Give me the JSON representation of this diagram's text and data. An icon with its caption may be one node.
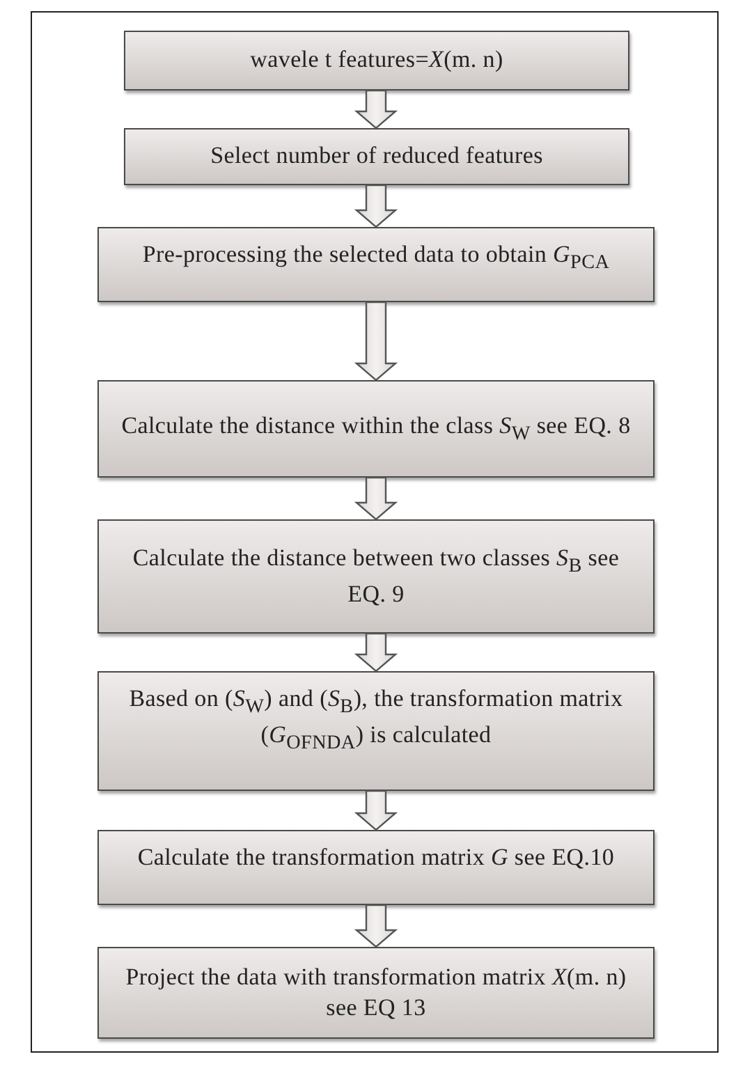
{
  "diagram": {
    "nodes": [
      {
        "text": [
          "wavele t features=*X*(m. n)"
        ]
      },
      {
        "text": [
          "Select number of reduced features"
        ]
      },
      {
        "text": [
          "Pre-processing the selected data to obtain *G*$_{PCA}$"
        ]
      },
      {
        "text": [
          "Calculate the distance within the class *S*$_{W}$ see EQ. 8"
        ]
      },
      {
        "text": [
          "Calculate the distance between two classes *S*$_{B}$ see EQ. 9"
        ]
      },
      {
        "text": [
          "Based on (*S*$_{W}$) and (*S*$_{B}$), the transformation matrix (*G*$_{OFNDA}$) is calculated"
        ]
      },
      {
        "text": [
          "Calculate the transformation matrix *G* see EQ.10"
        ]
      },
      {
        "text": [
          "Project the data with transformation matrix *X*(m. n) see EQ 13"
        ]
      }
    ],
    "edges": [
      {
        "from": 0,
        "to": 1,
        "arrow": "to"
      },
      {
        "from": 1,
        "to": 2,
        "arrow": "to"
      },
      {
        "from": 2,
        "to": 3,
        "arrow": "to"
      },
      {
        "from": 3,
        "to": 4,
        "arrow": "to"
      },
      {
        "from": 4,
        "to": 5,
        "arrow": "to"
      },
      {
        "from": 5,
        "to": 6,
        "arrow": "to"
      },
      {
        "from": 6,
        "to": 7,
        "arrow": "to"
      }
    ]
  }
}
